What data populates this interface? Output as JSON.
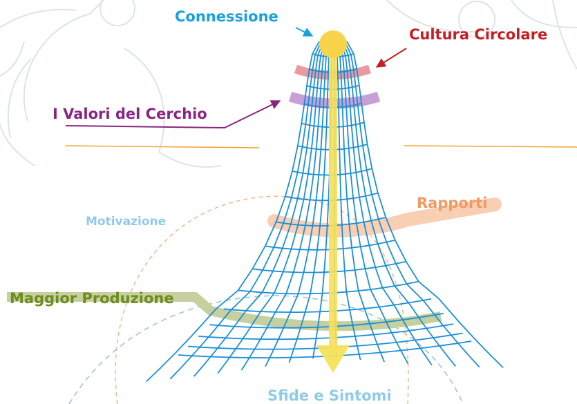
{
  "labels": {
    "connessione": "Connessione",
    "cultura_circolare": "Cultura Circolare",
    "valori_cerchio": "I Valori del Cerchio",
    "rapporti": "Rapporti",
    "motivazione": "Motivazione",
    "maggior_produzione": "Maggior Produzione",
    "sfide_sintomi": "Sfide e Sintomi"
  },
  "colors": {
    "grid": "#1a8fd6",
    "connessione": "#1aa0dc",
    "cultura": "#c41e24",
    "cultura_band": "#e99aa0",
    "valori": "#8a2482",
    "valori_band": "#c7a0d6",
    "rapporti": "#f29a63",
    "rapporti_band": "#f8cfb3",
    "motivazione": "#8fcbe8",
    "produzione": "#6f8c1e",
    "produzione_band": "#c5cf9f",
    "sfide": "#8fcbe8",
    "axis": "#f7e15a",
    "orange_line": "#f2a22f",
    "gear": "#d8dee3"
  },
  "icons": {
    "background": "gear-outline"
  }
}
